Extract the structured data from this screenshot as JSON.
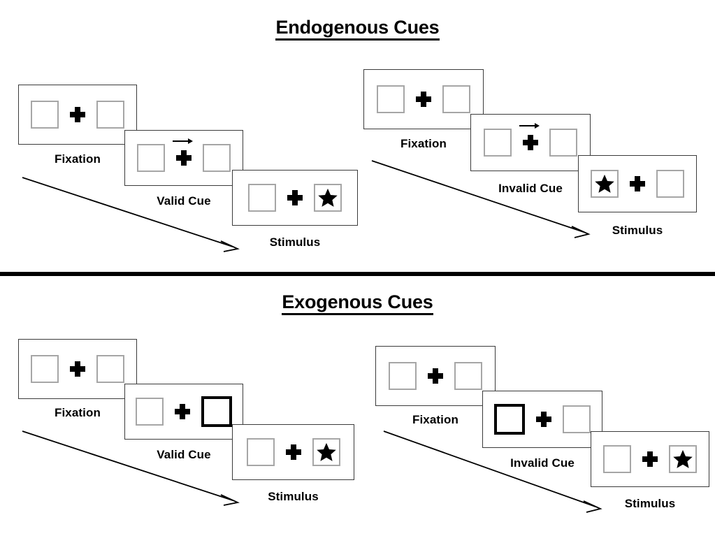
{
  "sections": [
    {
      "id": "endogenous",
      "title": "Endogenous Cues",
      "groups": [
        {
          "id": "endogenous-valid",
          "panels": [
            {
              "id": "fixation",
              "caption": "Fixation",
              "left_content": "empty",
              "right_content": "empty",
              "cue": "none",
              "cued_side": "none"
            },
            {
              "id": "valid-cue",
              "caption": "Valid Cue",
              "left_content": "empty",
              "right_content": "empty",
              "cue": "arrow-right",
              "cued_side": "none"
            },
            {
              "id": "stimulus",
              "caption": "Stimulus",
              "left_content": "empty",
              "right_content": "star",
              "cue": "none",
              "cued_side": "none"
            }
          ]
        },
        {
          "id": "endogenous-invalid",
          "panels": [
            {
              "id": "fixation",
              "caption": "Fixation",
              "left_content": "empty",
              "right_content": "empty",
              "cue": "none",
              "cued_side": "none"
            },
            {
              "id": "invalid-cue",
              "caption": "Invalid Cue",
              "left_content": "empty",
              "right_content": "empty",
              "cue": "arrow-right",
              "cued_side": "none"
            },
            {
              "id": "stimulus",
              "caption": "Stimulus",
              "left_content": "star",
              "right_content": "empty",
              "cue": "none",
              "cued_side": "none"
            }
          ]
        }
      ]
    },
    {
      "id": "exogenous",
      "title": "Exogenous Cues",
      "groups": [
        {
          "id": "exogenous-valid",
          "panels": [
            {
              "id": "fixation",
              "caption": "Fixation",
              "left_content": "empty",
              "right_content": "empty",
              "cue": "none",
              "cued_side": "none"
            },
            {
              "id": "valid-cue",
              "caption": "Valid Cue",
              "left_content": "empty",
              "right_content": "empty",
              "cue": "none",
              "cued_side": "right"
            },
            {
              "id": "stimulus",
              "caption": "Stimulus",
              "left_content": "empty",
              "right_content": "star",
              "cue": "none",
              "cued_side": "none"
            }
          ]
        },
        {
          "id": "exogenous-invalid",
          "panels": [
            {
              "id": "fixation",
              "caption": "Fixation",
              "left_content": "empty",
              "right_content": "empty",
              "cue": "none",
              "cued_side": "none"
            },
            {
              "id": "invalid-cue",
              "caption": "Invalid Cue",
              "left_content": "empty",
              "right_content": "empty",
              "cue": "none",
              "cued_side": "left"
            },
            {
              "id": "stimulus",
              "caption": "Stimulus",
              "left_content": "empty",
              "right_content": "star",
              "cue": "none",
              "cued_side": "none"
            }
          ]
        }
      ]
    }
  ],
  "colors": {
    "background": "#ffffff",
    "ink": "#000000",
    "panel_border": "#3b3b3b",
    "box_border": "#a6a6a6",
    "cued_box_border": "#000000",
    "divider": "#000000"
  },
  "icons": {
    "fixation_cross": "plus-icon",
    "cue_arrow": "arrow-right-icon",
    "target": "star-icon",
    "time_flow": "diagonal-arrow-icon"
  }
}
